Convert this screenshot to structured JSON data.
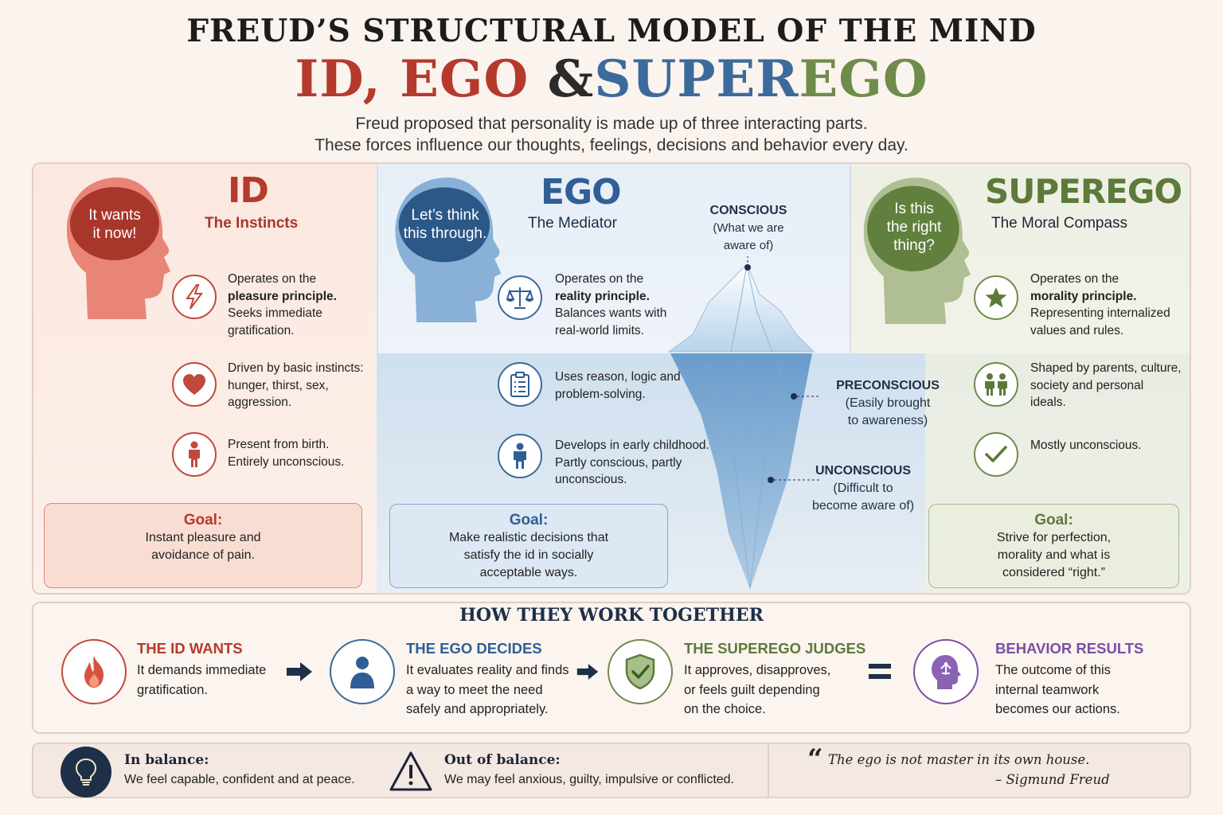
{
  "header": {
    "title_line1": "FREUD’S STRUCTURAL MODEL OF THE MIND",
    "title_id": "ID,",
    "title_ego": "EGO",
    "title_amp": "&",
    "title_super1": "SUPER",
    "title_super2": "EGO",
    "subtitle_line1": "Freud proposed that personality is made up of three interacting parts.",
    "subtitle_line2": "These forces influence our thoughts, feelings, decisions and behavior every day."
  },
  "colors": {
    "id": "#b53a2c",
    "ego": "#2f5f96",
    "superego": "#5d7a3a",
    "behavior": "#7a4fa3",
    "navy": "#1e2f48"
  },
  "id_panel": {
    "bubble_line1": "It wants",
    "bubble_line2": "it now!",
    "title": "ID",
    "subtitle": "The Instincts",
    "items": [
      {
        "icon": "lightning-icon",
        "line1": "Operates on the",
        "bold": "pleasure principle.",
        "line3": "Seeks immediate",
        "line4": "gratification."
      },
      {
        "icon": "heart-icon",
        "line1": "Driven by basic instincts:",
        "line2": "hunger, thirst, sex,",
        "line3": "aggression."
      },
      {
        "icon": "child-icon",
        "line1": "Present from birth.",
        "line2": "Entirely unconscious."
      }
    ],
    "goal_label": "Goal:",
    "goal_line1": "Instant pleasure and",
    "goal_line2": "avoidance of pain."
  },
  "ego_panel": {
    "bubble_line1": "Let’s think",
    "bubble_line2": "this through.",
    "title": "EGO",
    "subtitle": "The Mediator",
    "items": [
      {
        "icon": "scales-icon",
        "line1": "Operates on the",
        "bold": "reality principle.",
        "line3": "Balances wants with",
        "line4": "real-world limits."
      },
      {
        "icon": "clipboard-icon",
        "line1": "Uses reason, logic and",
        "line2": "problem-solving."
      },
      {
        "icon": "person-icon",
        "line1": "Develops in early childhood.",
        "line2": "Partly conscious, partly",
        "line3": "unconscious."
      }
    ],
    "goal_label": "Goal:",
    "goal_line1": "Make realistic decisions that",
    "goal_line2": "satisfy the id in socially",
    "goal_line3": "acceptable ways."
  },
  "iceberg": {
    "conscious_label": "CONSCIOUS",
    "conscious_line1": "(What we are",
    "conscious_line2": "aware of)",
    "preconscious_label": "PRECONSCIOUS",
    "preconscious_line1": "(Easily brought",
    "preconscious_line2": "to awareness)",
    "unconscious_label": "UNCONSCIOUS",
    "unconscious_line1": "(Difficult to",
    "unconscious_line2": "become aware of)"
  },
  "superego_panel": {
    "bubble_line1": "Is this",
    "bubble_line2": "the right",
    "bubble_line3": "thing?",
    "title": "SUPEREGO",
    "subtitle": "The Moral Compass",
    "items": [
      {
        "icon": "star-icon",
        "line1": "Operates on the",
        "bold": "morality principle.",
        "line3": "Representing internalized",
        "line4": "values and rules."
      },
      {
        "icon": "family-icon",
        "line1": "Shaped by parents, culture,",
        "line2": "society and personal",
        "line3": "ideals."
      },
      {
        "icon": "checkmark-icon",
        "line1": "Mostly unconscious."
      }
    ],
    "goal_label": "Goal:",
    "goal_line1": "Strive for perfection,",
    "goal_line2": "morality and what is",
    "goal_line3": "considered “right.”"
  },
  "together": {
    "title": "HOW THEY WORK TOGETHER",
    "steps": [
      {
        "icon": "flame-icon",
        "title": "THE ID WANTS",
        "line1": "It demands immediate",
        "line2": "gratification."
      },
      {
        "icon": "person-icon",
        "title": "THE EGO DECIDES",
        "line1": "It evaluates reality and finds",
        "line2": "a way to meet the need",
        "line3": "safely and appropriately."
      },
      {
        "icon": "shield-check-icon",
        "title": "THE SUPEREGO JUDGES",
        "line1": "It approves, disapproves,",
        "line2": "or feels guilt depending",
        "line3": "on the choice."
      },
      {
        "icon": "mind-head-icon",
        "title": "BEHAVIOR RESULTS",
        "line1": "The outcome of this",
        "line2": "internal teamwork",
        "line3": "becomes our actions."
      }
    ]
  },
  "footer": {
    "balance_label": "In balance:",
    "balance_text": "We feel capable, confident and at peace.",
    "imbalance_label": "Out of balance:",
    "imbalance_text": "We may feel anxious, guilty, impulsive or conflicted.",
    "quote_mark": "“",
    "quote_text": "The ego is not master in its own house.",
    "quote_author": "– Sigmund Freud"
  }
}
